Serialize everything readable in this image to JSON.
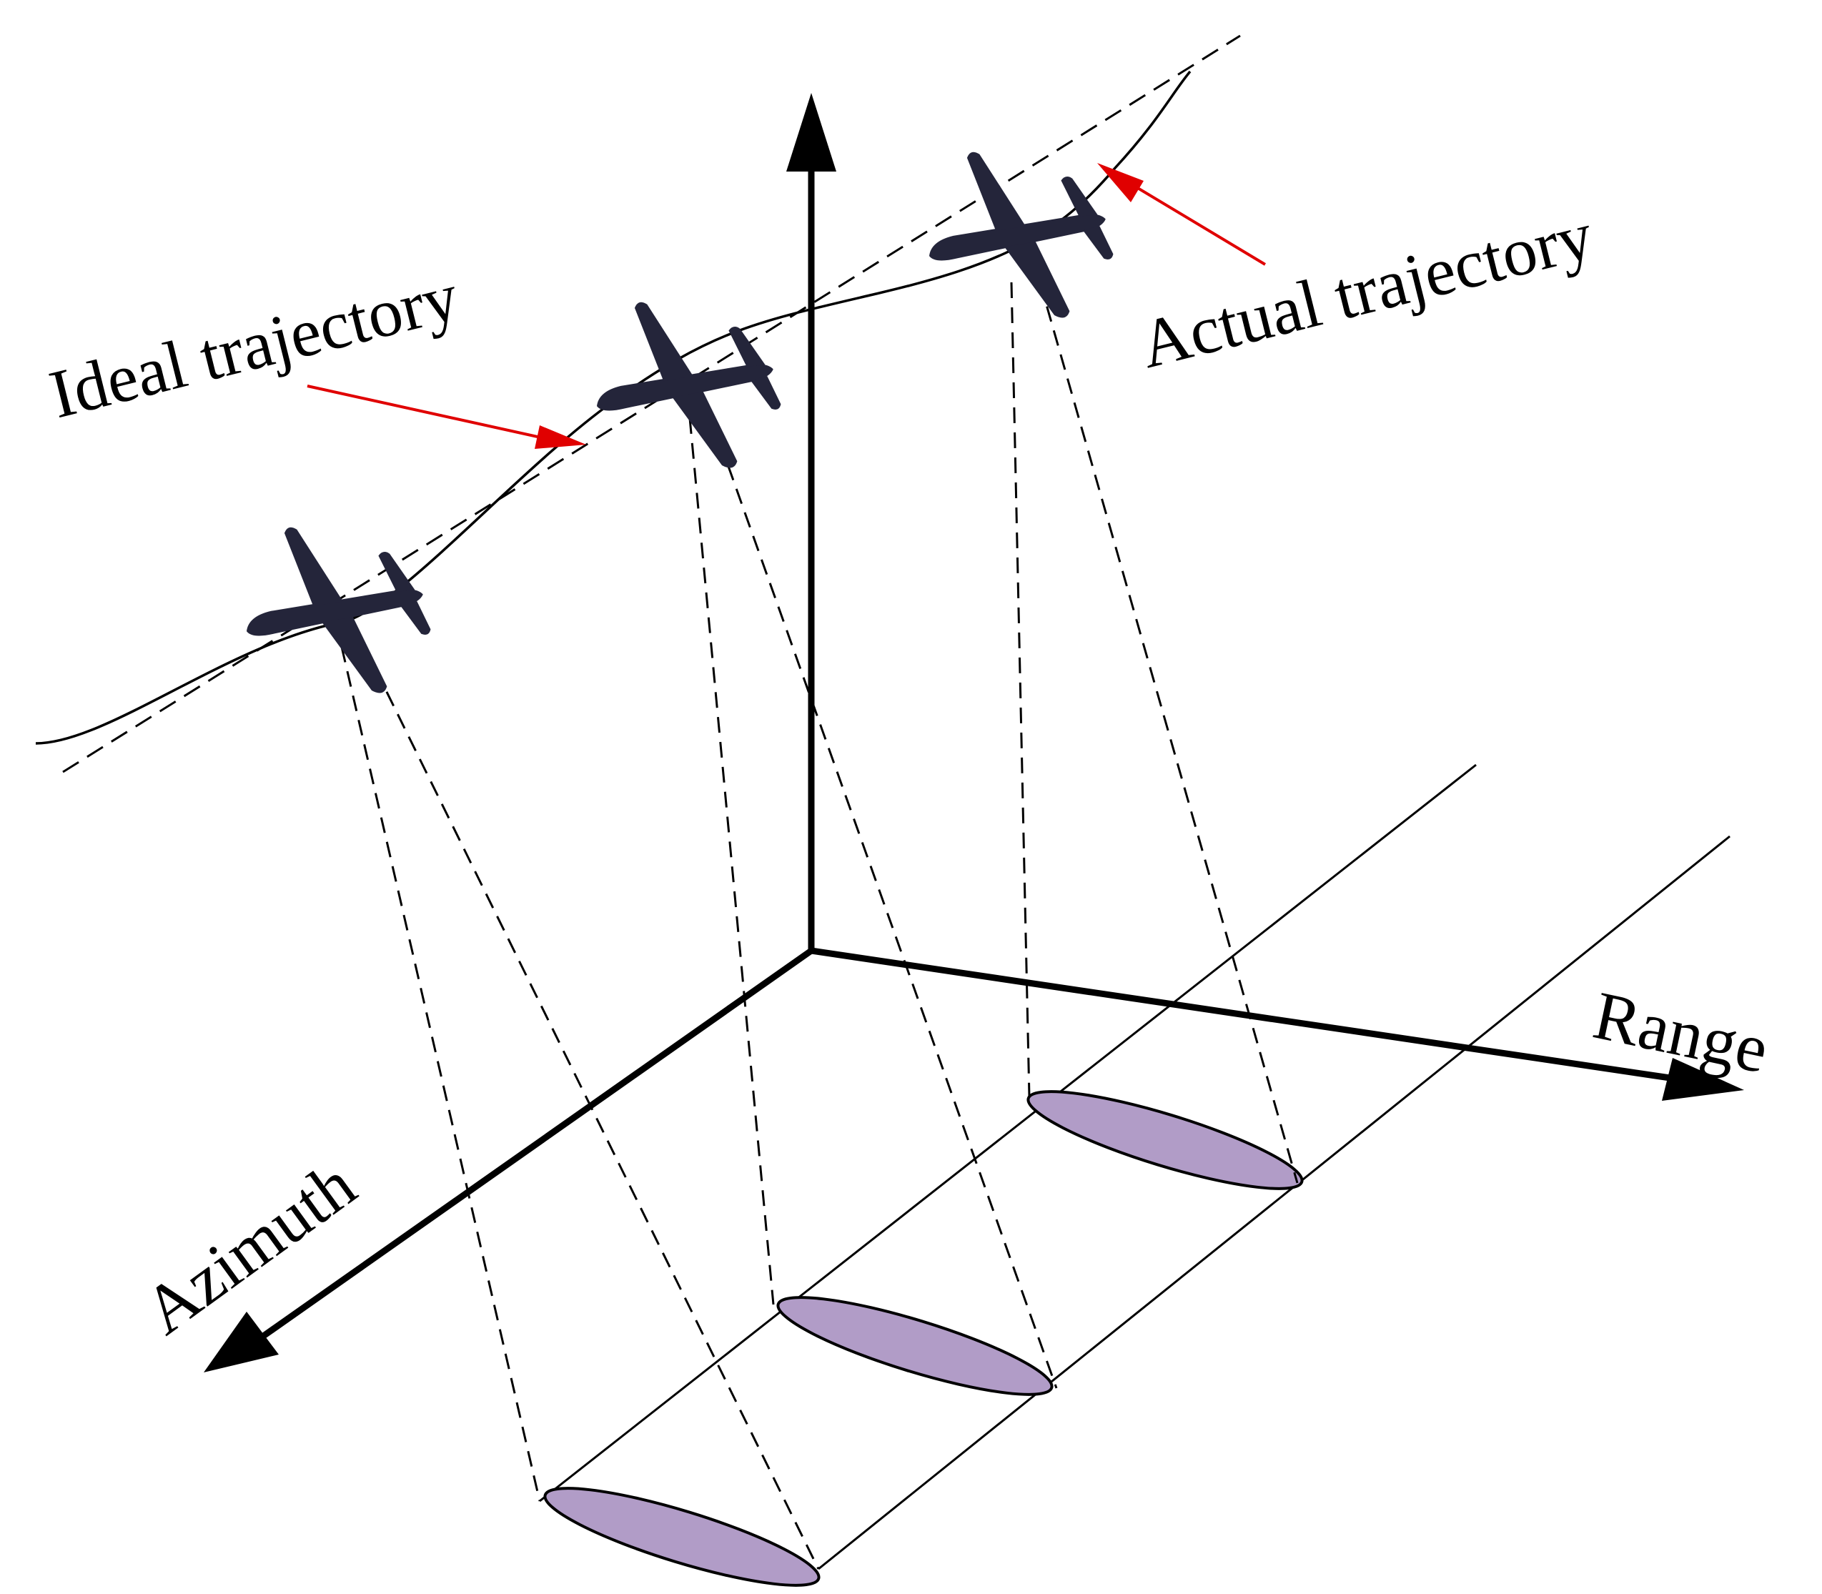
{
  "labels": {
    "ideal": "Ideal trajectory",
    "actual": "Actual trajectory",
    "azimuth": "Azimuth",
    "range": "Range"
  },
  "colors": {
    "ink": "#000000",
    "aircraft": "#24253a",
    "pointer": "#e00000",
    "footprint_fill": "#b19cc7",
    "background": "#ffffff"
  },
  "icons": {
    "aircraft": "airplane-icon",
    "footprint": "ellipse-footprint"
  },
  "aircraft_count": 3,
  "footprint_count": 3
}
